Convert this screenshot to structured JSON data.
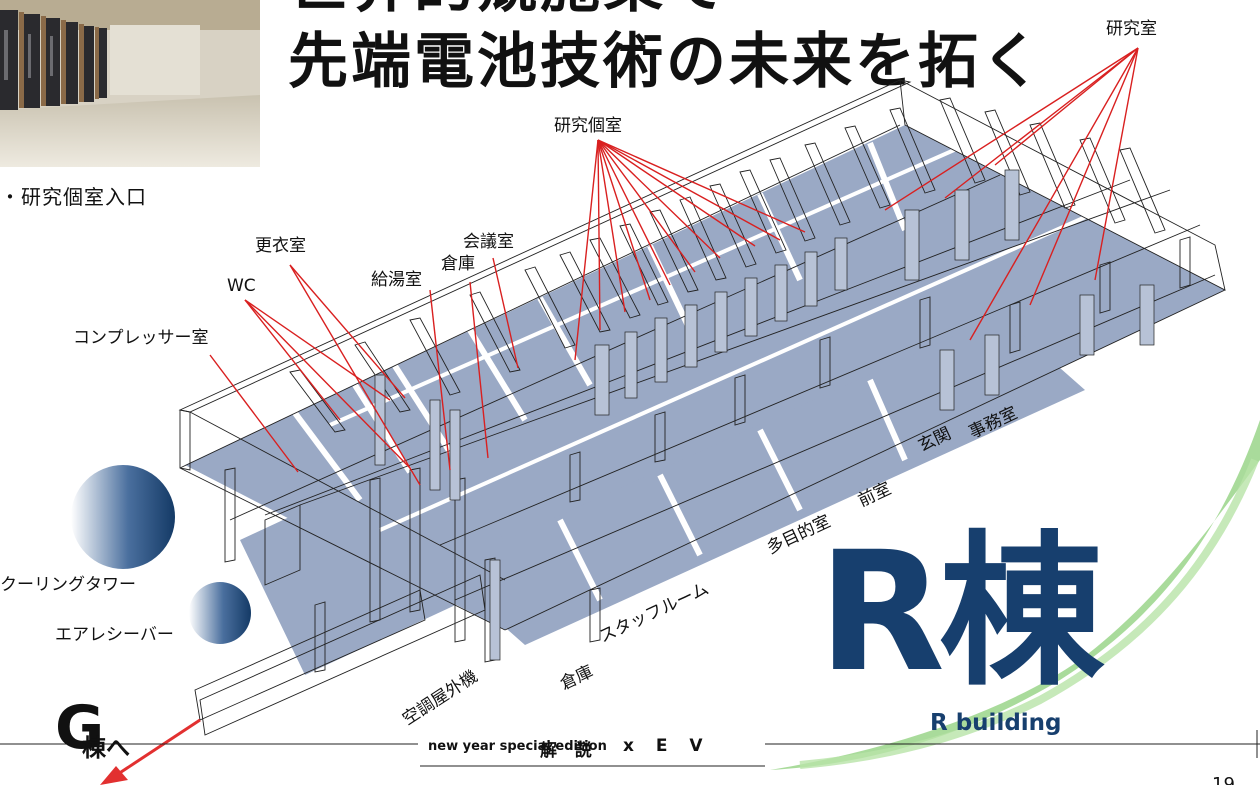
{
  "headline": {
    "line1": "世界的競施策で",
    "line2": "先端電池技術の未来を拓く"
  },
  "photo": {
    "caption": "・研究個室入口"
  },
  "labels": {
    "kenkyushitsu": "研究室",
    "kenkyu_koshitsu": "研究個室",
    "kaigishitsu": "会議室",
    "koui": "更衣室",
    "souko_top": "倉庫",
    "kyutou": "給湯室",
    "wc": "WC",
    "compressor": "コンプレッサー室",
    "cooling_tower": "クーリングタワー",
    "air_receiver": "エアレシーバー",
    "genkan": "玄関",
    "jimu": "事務室",
    "zenshitsu": "前室",
    "tamokuteki": "多目的室",
    "staff_room": "スタッフルーム",
    "souko_bottom": "倉庫",
    "kucho": "空調屋外機"
  },
  "building": {
    "big": "R棟",
    "english": "R building"
  },
  "g_building": {
    "big": "G",
    "rest": "棟へ"
  },
  "footer": {
    "edition": "new year special edition",
    "kaisetsu": "解 説",
    "xev": "x E V"
  },
  "colors": {
    "floor": "#9aa9c5",
    "leader": "#d92020",
    "navy": "#173f6e",
    "green": "#7fbf6e"
  }
}
